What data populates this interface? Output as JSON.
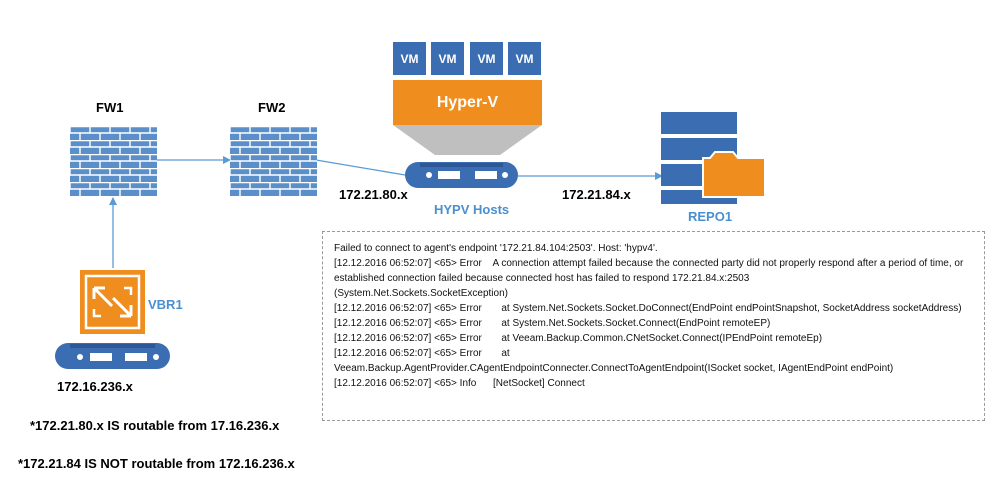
{
  "labels": {
    "fw1": "FW1",
    "fw2": "FW2",
    "vbr1": "VBR1",
    "hypv_hosts": "HYPV Hosts",
    "repo1": "REPO1",
    "hyperv": "Hyper-V",
    "vm": "VM",
    "ip_vbr": "172.16.236.x",
    "ip_hypv_left": "172.21.80.x",
    "ip_hypv_right": "172.21.84.x"
  },
  "notes": [
    "*172.21.80.x IS routable from 17.16.236.x",
    "*172.21.84 IS NOT routable from 172.16.236.x"
  ],
  "log_lines": [
    "Failed to connect to agent's endpoint '172.21.84.104:2503'. Host: 'hypv4'.",
    "[12.12.2016 06:52:07] <65> Error    A connection attempt failed because the connected party did not properly respond after a period of time, or established connection failed because connected host has failed to respond 172.21.84.x:2503",
    "(System.Net.Sockets.SocketException)",
    "[12.12.2016 06:52:07] <65> Error       at System.Net.Sockets.Socket.DoConnect(EndPoint endPointSnapshot, SocketAddress socketAddress)",
    "[12.12.2016 06:52:07] <65> Error       at System.Net.Sockets.Socket.Connect(EndPoint remoteEP)",
    "[12.12.2016 06:52:07] <65> Error       at Veeam.Backup.Common.CNetSocket.Connect(IPEndPoint remoteEp)",
    "[12.12.2016 06:52:07] <65> Error       at",
    "Veeam.Backup.AgentProvider.CAgentEndpointConnecter.ConnectToAgentEndpoint(ISocket socket, IAgentEndPoint endPoint)",
    "[12.12.2016 06:52:07] <65> Info      [NetSocket] Connect"
  ],
  "colors": {
    "firewall": "#5b8fc9",
    "accent_orange": "#ef8e1f",
    "vm_blue": "#3b6db3",
    "label_blue": "#4a8fd0",
    "connector": "#5b9bd5"
  }
}
